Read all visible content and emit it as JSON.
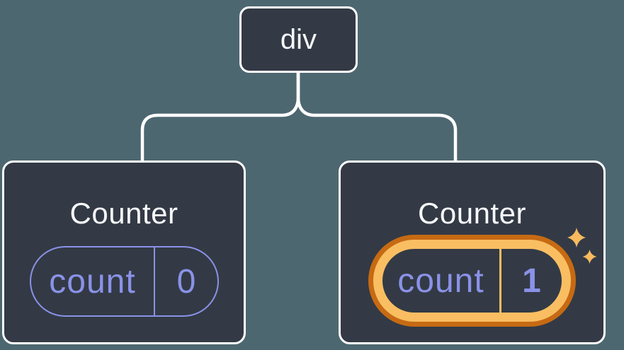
{
  "diagram": {
    "description": "React component tree: a div root with two Counter children; the second Counter's state changed from 0 to 1 and is highlighted",
    "tree": {
      "root": {
        "label": "div"
      },
      "children": [
        {
          "title": "Counter",
          "state": {
            "key": "count",
            "value": "0"
          },
          "highlighted": false
        },
        {
          "title": "Counter",
          "state": {
            "key": "count",
            "value": "1"
          },
          "highlighted": true
        }
      ]
    }
  },
  "colors": {
    "background": "#4D6770",
    "node_fill": "#333A45",
    "node_border": "#FFFFFF",
    "connector": "#FFFFFF",
    "text_primary": "#F6F7F9",
    "state_accent": "#8A92E8",
    "highlight_ring_outer": "#C66A13",
    "highlight_ring_inner": "#FABE62",
    "sparkle": "#F8BA5F"
  }
}
